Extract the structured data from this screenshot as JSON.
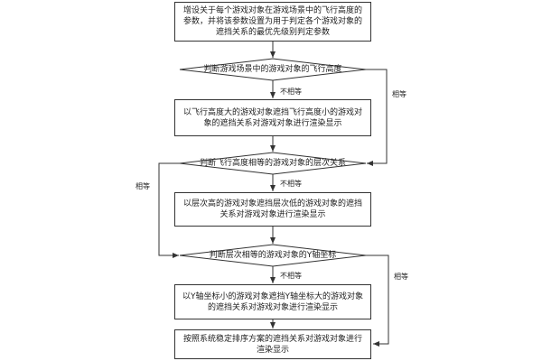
{
  "nodes": {
    "step1": "增设关于每个游戏对象在游戏场景中的飞行高度的参数，并将该参数设置为用于判定各个游戏对象的遮挡关系的最优先级别判定参数",
    "decision1": "判断游戏场景中的游戏对象的飞行高度",
    "step2": "以飞行高度大的游戏对象遮挡飞行高度小的游戏对象的遮挡关系对游戏对象进行渲染显示",
    "decision2": "判断飞行高度相等的游戏对象的层次关系",
    "step3": "以层次高的游戏对象遮挡层次低的游戏对象的遮挡关系对游戏对象进行渲染显示",
    "decision3": "判断层次相等的游戏对象的Y轴坐标",
    "step4": "以Y轴坐标小的游戏对象遮挡Y轴坐标大的游戏对象的遮挡关系对游戏对象进行渲染显示",
    "step5": "按照系统稳定排序方案的遮挡关系对游戏对象进行渲染显示"
  },
  "labels": {
    "not_equal_1": "不相等",
    "equal_1": "相等",
    "not_equal_2": "不相等",
    "equal_2": "相等",
    "not_equal_3": "不相等",
    "equal_3": "相等"
  }
}
